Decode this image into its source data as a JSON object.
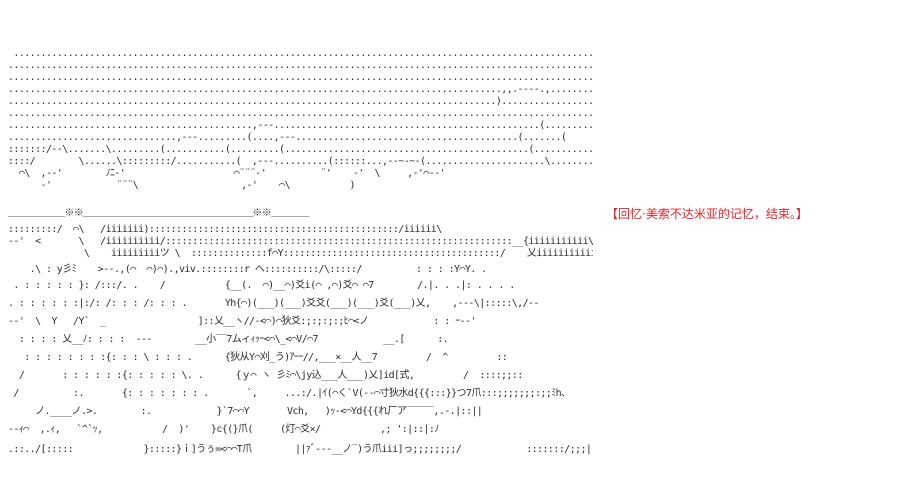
{
  "caption": {
    "text": "【回忆·美索不达米亚的记忆，结束。】",
    "color": "#e0262b"
  },
  "art": {
    "lines": [
      " ..........................................................................................................................",
      "..............................................................................................................................(",
      "............................................................................................................................,-‐'",
      "...........................................................................................,,.-‐‐-.,.........................(",
      "..........................................................................................)................................/",
      ".............................................................................................................................../",
      ".............................................,-‐-.................................................(.........,-‐'  `‐.........(",
      "...............................,-‐-.........(....,-‐-.........................................(.......(            \\..../",
      ":::::::/‐‐\\.......\\.........(...........(.........(.............................................(...........,‐'",
      "::::/        \\......\\:::::::::/...........(  ,-‐-..........(::::::...,-‐~‐~‐(......................\\..........,‐'",
      "  ⌒\\  ,‐‐'        ﾉﾆ‐'                    ⌒¨¨¨‐'          ¨'    ‐'  \\     ,‐'⌒‐‐'",
      "      ‐'            ¨¨¨\\                   ,‐'    ⌒\\           )",
      "",
      "＿＿＿＿＿＿※※＿＿＿＿＿＿＿＿＿＿＿＿＿＿＿＿＿＿※※＿＿＿＿",
      ":::::::::/  ⌒\\   /iiiiiii)::::::::::::::::::::::::::::::::::::::::::::::/iiiiii\\",
      "‐‐'  <       \\   /iiiiiiiiii/::::::::::::::::::::::::::::::::::::::::::::::::::::::::::::::::__{iiiiiiiiiii\\ヤ⌒‐‐",
      "              \\    iiiiiiiiiツ \\  ::::::::::::::f⌒Y::::::::::::::::::::::::::::::::::::::::/    乂iiiiiiiiiiiノ/",
      "    .\\ : y彡ﾐ    >‐‐.,(⌒  ⌒)⌒).,viv.::::::::r へ::::::::::/\\:::::/          : : : :Y⌒Y. .",
      " . : : : : : }: /:::/. .    /           {__(.  ⌒)__⌒)爻i(⌒ ,⌒)爻⌒ ⌒7        /.|. . .|: . . . .",
      ". : : : : : :|:/: /: : : /: : : .       Yh{⌒)(___)(___)爻爻(___)(___)爻(___)乂,    ,‐‐‐\\|:::::\\,/‐‐",
      "‐‐'  \\  Y   /Y`  _                 ]::乂__ヽ//‐<⌒)⌒狄爻:;:;:;:;ﾋ⌒<ノ            : : ｰ‐‐'",
      "  : : : : 乂__ﾉ: : : :  ‐‐‐        __小‾‾7ムィｨｯｰ<⌒\\_<⌒V/⌒7            __.[      :.",
      "   : : : : : : : :{: : : \\ : : : .      {狄从Y⌒刈_う)ｱｰｰ//,___×__人__7         /  ^         ::",
      "  /       : : : : : :{: : : : : \\. .      {ｙ⌒ ヽ 彡ﾐ⌒\\jy込___人___)乂]id[式,         /  ::::;;::",
      " /          :.       {: : : : : : : .       `,     ...:/.|ｲ(⌒く`V(‐‐⌒寸狄水d{{{:::}}つ7爪:::;;;;;;;:;;ﾐh、",
      "     ノ.____ノ.>.        :.            }`7⌒⌒Y       Vch,   )ｯ‐<⌒Yd{{{れ厂ア‾‾‾‾‾,.‐.|::||",
      "‐‐ｨ⌒  ,.ｨ,   `^`ｯ,           /  )'    }c{(}爪(     (灯⌒爻×/           ,; ':|::|:ﾉ",
      ".::../[:::::             }:::::}ｉ]うぅ=<⌒⌒T爪        ||ｧﾞ‐‐‐__ノ‾)う爪iii]っ;;;;;;;;/            :::::::/;;;|::|:j;"
    ]
  }
}
